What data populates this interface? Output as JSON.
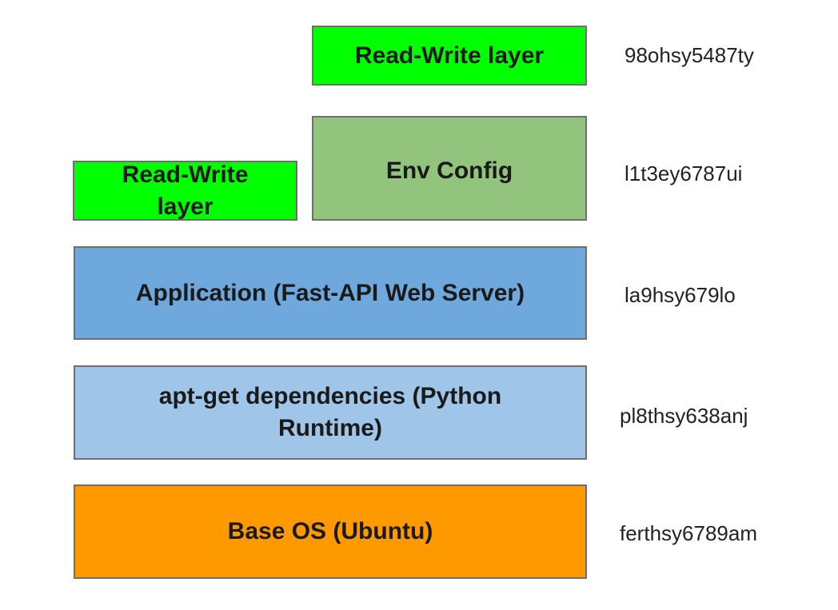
{
  "layers": {
    "rw_top": {
      "label": "Read-Write layer",
      "color": "#00ff00"
    },
    "env_config": {
      "label": "Env Config",
      "color": "#93c47d"
    },
    "rw_left": {
      "label_line1": "Read-Write",
      "label_line2": "layer",
      "color": "#00ff00"
    },
    "application": {
      "label": "Application (Fast-API Web Server)",
      "color": "#6fa8dc"
    },
    "apt": {
      "label_line1": "apt-get dependencies (Python",
      "label_line2": "Runtime)",
      "color": "#9fc5e8"
    },
    "base_os": {
      "label": "Base OS (Ubuntu)",
      "color": "#ff9900"
    }
  },
  "hashes": {
    "rw_top": "98ohsy5487ty",
    "env_config": "l1t3ey6787ui",
    "application": "la9hsy679lo",
    "apt": "pl8thsy638anj",
    "base_os": "ferthsy6789am"
  }
}
